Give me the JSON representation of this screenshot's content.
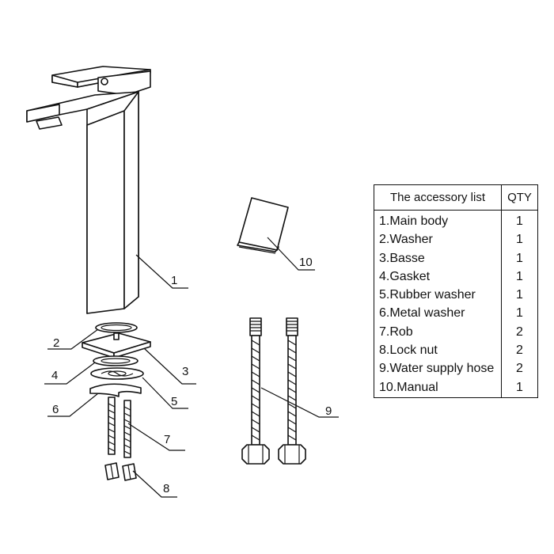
{
  "callouts": [
    "1",
    "2",
    "3",
    "4",
    "5",
    "6",
    "7",
    "8",
    "9",
    "10"
  ],
  "accessory_list": {
    "header_name": "The accessory list",
    "header_qty": "QTY",
    "items": [
      {
        "name": "1.Main body",
        "qty": "1"
      },
      {
        "name": "2.Washer",
        "qty": "1"
      },
      {
        "name": "3.Basse",
        "qty": "1"
      },
      {
        "name": "4.Gasket",
        "qty": "1"
      },
      {
        "name": "5.Rubber washer",
        "qty": "1"
      },
      {
        "name": "6.Metal washer",
        "qty": "1"
      },
      {
        "name": "7.Rob",
        "qty": "2"
      },
      {
        "name": "8.Lock nut",
        "qty": "2"
      },
      {
        "name": "9.Water supply hose",
        "qty": "2"
      },
      {
        "name": "10.Manual",
        "qty": "1"
      }
    ]
  },
  "colors": {
    "line": "#111111",
    "background": "#ffffff"
  }
}
